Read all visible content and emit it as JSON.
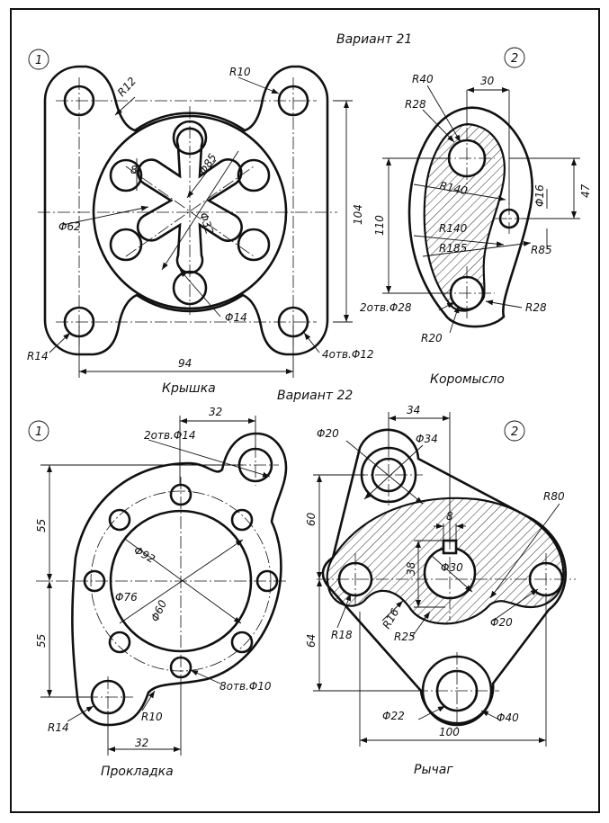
{
  "sheet": {
    "variant_21": "Вариант 21",
    "variant_22": "Вариант 22"
  },
  "kryshka": {
    "badge": "1",
    "title": "Крышка",
    "dims": {
      "r12": "R12",
      "r10": "R10",
      "d85": "Φ85",
      "w8": "8",
      "d62": "Φ62",
      "d32": "Φ32",
      "h104": "104",
      "d14": "Φ14",
      "r14": "R14",
      "holes": "4отв.Φ12",
      "w94": "94"
    }
  },
  "koromyslo": {
    "badge": "2",
    "title": "Коромысло",
    "dims": {
      "r40": "R40",
      "w30": "30",
      "r28a": "R28",
      "r140a": "R140",
      "d16": "Φ16",
      "h47": "47",
      "h110": "110",
      "r140b": "R140",
      "r185": "R185",
      "r85": "R85",
      "holes": "2отв.Φ28",
      "r28b": "R28",
      "r20": "R20"
    }
  },
  "prokladka": {
    "badge": "1",
    "title": "Прокладка",
    "dims": {
      "w32top": "32",
      "holes2": "2отв.Φ14",
      "h55a": "55",
      "d92": "Φ92",
      "d76": "Φ76",
      "d60": "Φ60",
      "h55b": "55",
      "holes8": "8отв.Φ10",
      "r14": "R14",
      "r10": "R10",
      "w32bot": "32"
    }
  },
  "rychag": {
    "badge": "2",
    "title": "Рычаг",
    "dims": {
      "w34": "34",
      "d20a": "Φ20",
      "d34": "Φ34",
      "r80": "R80",
      "h60": "60",
      "w8": "8",
      "h38": "38",
      "d30": "Φ30",
      "r18": "R18",
      "r16": "R16",
      "r25": "R25",
      "d20b": "Φ20",
      "h64": "64",
      "d22": "Φ22",
      "d40": "Φ40",
      "w100": "100"
    }
  }
}
